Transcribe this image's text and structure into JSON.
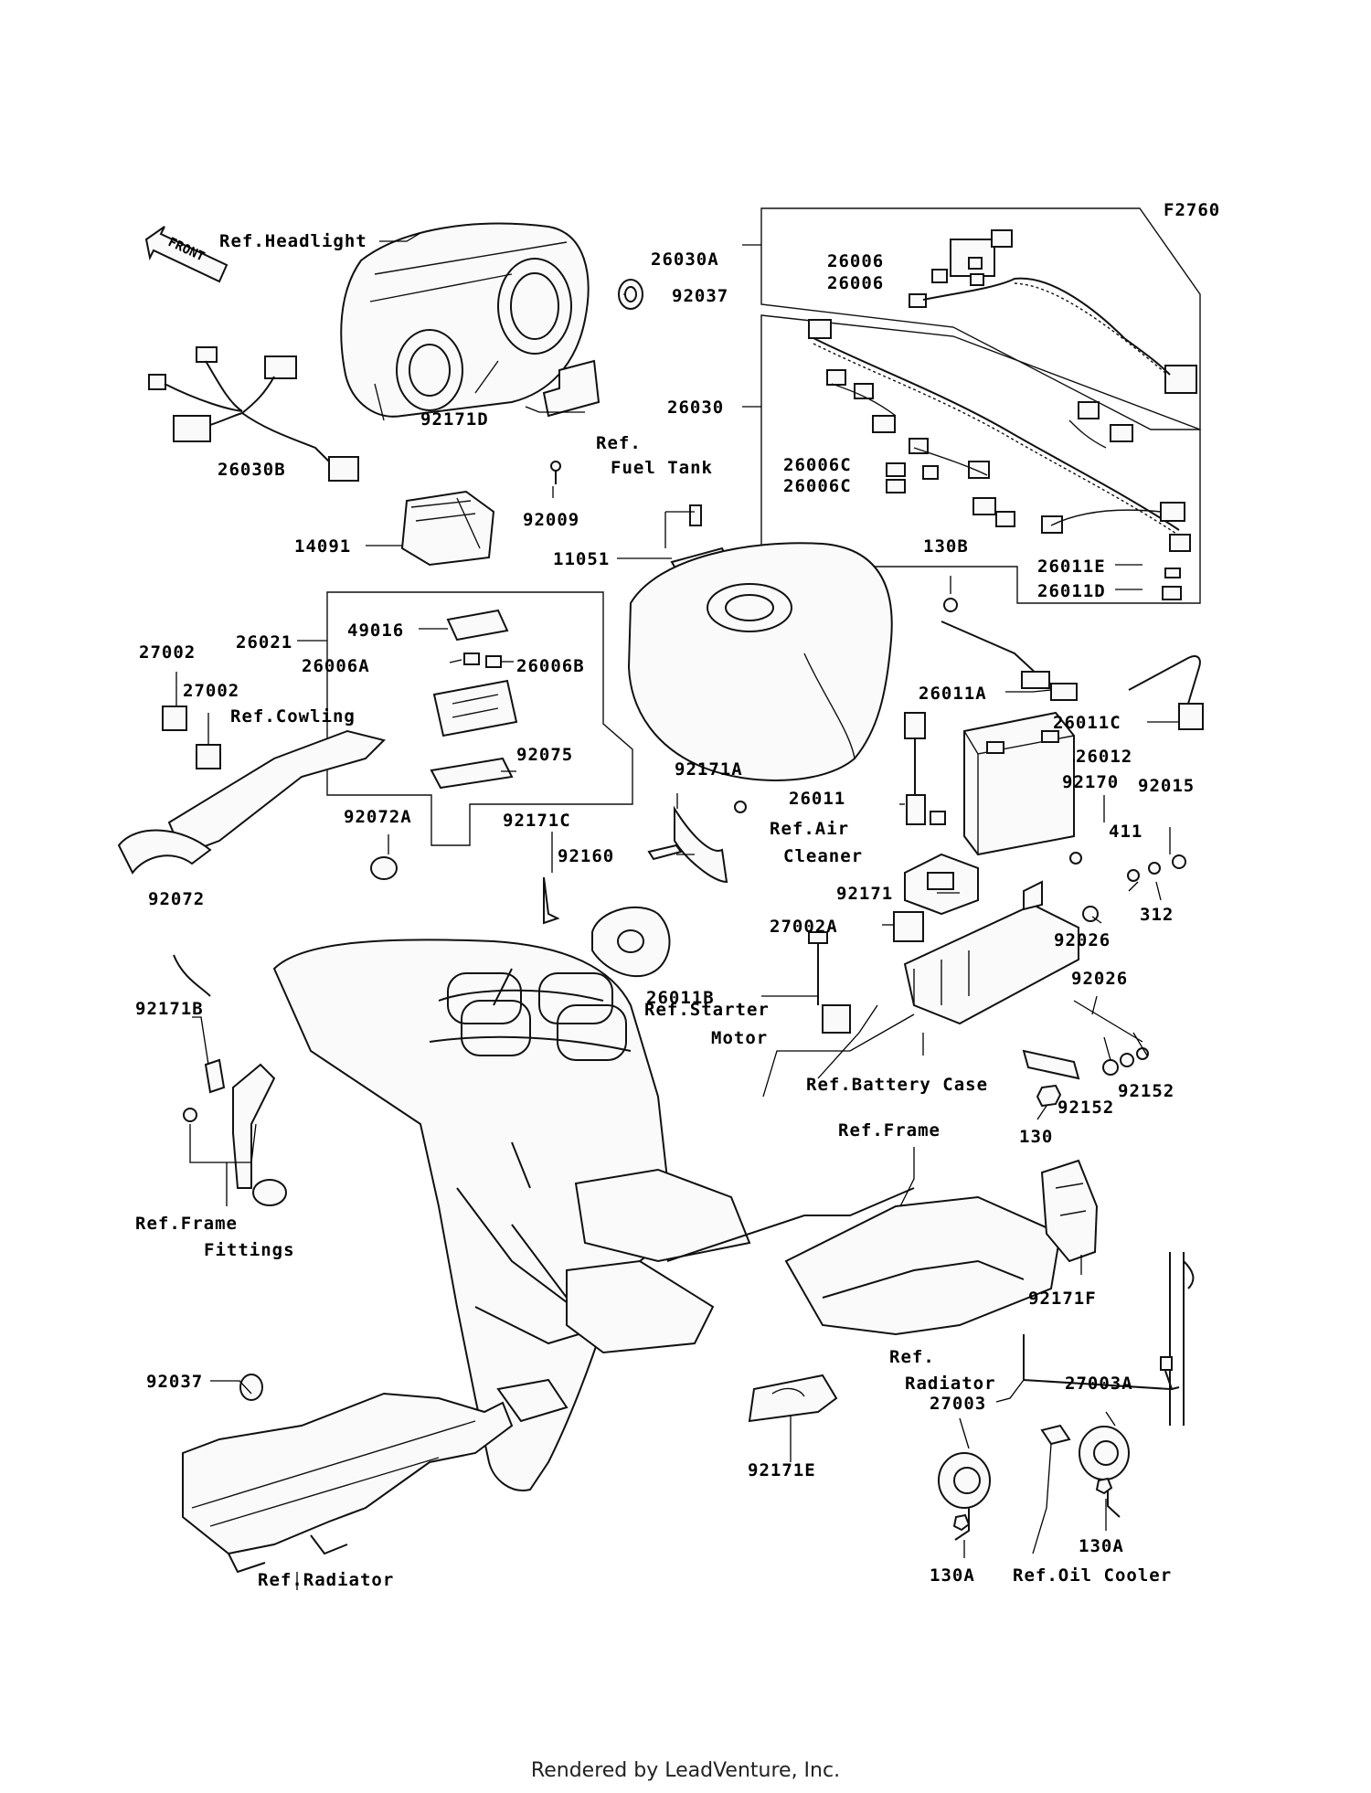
{
  "figure_code": "F2760",
  "front_arrow_label": "FRONT",
  "labels": [
    {
      "id": "ref-headlight",
      "text": "Ref.Headlight"
    },
    {
      "id": "p26030a",
      "text": "26030A"
    },
    {
      "id": "p92037-top",
      "text": "92037"
    },
    {
      "id": "p26006-1",
      "text": "26006"
    },
    {
      "id": "p26006-2",
      "text": "26006"
    },
    {
      "id": "p26030",
      "text": "26030"
    },
    {
      "id": "p92171d",
      "text": "92171D"
    },
    {
      "id": "ref-fuel",
      "text": "Ref."
    },
    {
      "id": "ref-fuel-2",
      "text": "Fuel Tank"
    },
    {
      "id": "p26030b",
      "text": "26030B"
    },
    {
      "id": "p92009",
      "text": "92009"
    },
    {
      "id": "p26006c-1",
      "text": "26006C"
    },
    {
      "id": "p26006c-2",
      "text": "26006C"
    },
    {
      "id": "p14091",
      "text": "14091"
    },
    {
      "id": "p11051",
      "text": "11051"
    },
    {
      "id": "p130b",
      "text": "130B"
    },
    {
      "id": "p26011e",
      "text": "26011E"
    },
    {
      "id": "p26011d",
      "text": "26011D"
    },
    {
      "id": "p49016",
      "text": "49016"
    },
    {
      "id": "p26021",
      "text": "26021"
    },
    {
      "id": "p27002-1",
      "text": "27002"
    },
    {
      "id": "p26006a",
      "text": "26006A"
    },
    {
      "id": "p26006b",
      "text": "26006B"
    },
    {
      "id": "p27002-2",
      "text": "27002"
    },
    {
      "id": "ref-cowling",
      "text": "Ref.Cowling"
    },
    {
      "id": "p26011a",
      "text": "26011A"
    },
    {
      "id": "p26011c",
      "text": "26011C"
    },
    {
      "id": "p92075",
      "text": "92075"
    },
    {
      "id": "p26012",
      "text": "26012"
    },
    {
      "id": "p92171a",
      "text": "92171A"
    },
    {
      "id": "p26011",
      "text": "26011"
    },
    {
      "id": "p92170",
      "text": "92170"
    },
    {
      "id": "p92015",
      "text": "92015"
    },
    {
      "id": "p92072a",
      "text": "92072A"
    },
    {
      "id": "p92171c",
      "text": "92171C"
    },
    {
      "id": "ref-air",
      "text": "Ref.Air"
    },
    {
      "id": "ref-air-2",
      "text": "Cleaner"
    },
    {
      "id": "p411",
      "text": "411"
    },
    {
      "id": "p92160",
      "text": "92160"
    },
    {
      "id": "p92171",
      "text": "92171"
    },
    {
      "id": "p312",
      "text": "312"
    },
    {
      "id": "p92072",
      "text": "92072"
    },
    {
      "id": "p27002a",
      "text": "27002A"
    },
    {
      "id": "p92026-1",
      "text": "92026"
    },
    {
      "id": "p26011b",
      "text": "26011B"
    },
    {
      "id": "p92026-2",
      "text": "92026"
    },
    {
      "id": "p92171b",
      "text": "92171B"
    },
    {
      "id": "ref-starter",
      "text": "Ref.Starter"
    },
    {
      "id": "ref-starter-2",
      "text": "Motor"
    },
    {
      "id": "ref-battery",
      "text": "Ref.Battery Case"
    },
    {
      "id": "p92152-1",
      "text": "92152"
    },
    {
      "id": "p92152-2",
      "text": "92152"
    },
    {
      "id": "p130",
      "text": "130"
    },
    {
      "id": "ref-frame-top",
      "text": "Ref.Frame"
    },
    {
      "id": "ref-frame-fit",
      "text": "Ref.Frame"
    },
    {
      "id": "ref-frame-fit-2",
      "text": "Fittings"
    },
    {
      "id": "p92171f",
      "text": "92171F"
    },
    {
      "id": "ref-radiator-1",
      "text": "Ref."
    },
    {
      "id": "ref-radiator-1b",
      "text": "Radiator"
    },
    {
      "id": "p27003a",
      "text": "27003A"
    },
    {
      "id": "p27003",
      "text": "27003"
    },
    {
      "id": "p92037-bottom",
      "text": "92037"
    },
    {
      "id": "p92171e",
      "text": "92171E"
    },
    {
      "id": "p130a-1",
      "text": "130A"
    },
    {
      "id": "p130a-2",
      "text": "130A"
    },
    {
      "id": "ref-radiator-2",
      "text": "Ref.Radiator"
    },
    {
      "id": "ref-oil",
      "text": "Ref.Oil Cooler"
    }
  ],
  "footer": "Rendered by LeadVenture, Inc."
}
